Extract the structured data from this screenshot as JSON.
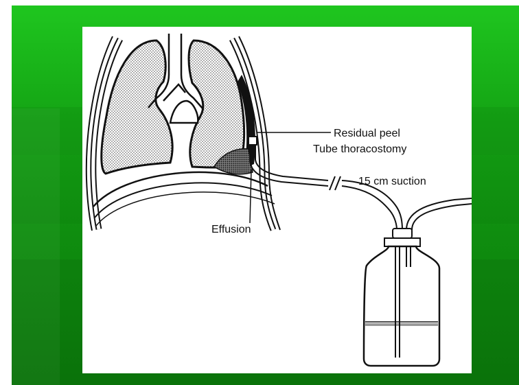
{
  "diagram": {
    "labels": {
      "residual_peel": "Residual peel",
      "tube_thoracostomy": "Tube thoracostomy",
      "suction": "15 cm suction",
      "effusion": "Effusion"
    }
  },
  "colors": {
    "slide_background": "#14a414",
    "panel": "#ffffff",
    "ink": "#111111"
  }
}
